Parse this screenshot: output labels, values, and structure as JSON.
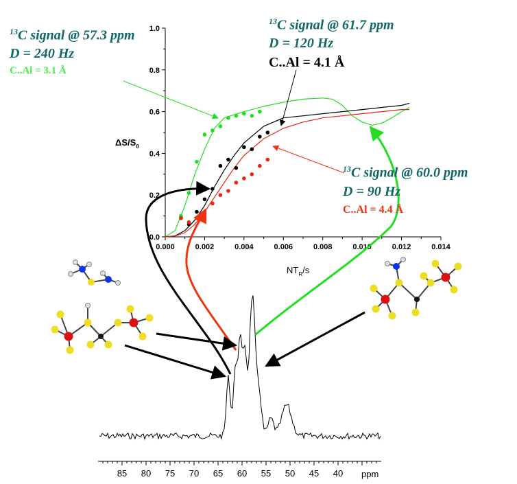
{
  "chart_data": {
    "type": "scatter",
    "x": {
      "label": "NT",
      "label_sub": "R",
      "label_suffix": "/s",
      "range": [
        0.0,
        0.014
      ],
      "ticks": [
        "0.000",
        "0.002",
        "0.004",
        "0.006",
        "0.008",
        "0.010",
        "0.012",
        "0.014"
      ]
    },
    "y": {
      "label": "ΔS/S",
      "label_sub": "0",
      "range": [
        0.0,
        1.0
      ],
      "ticks": [
        "0.0",
        "0.2",
        "0.4",
        "0.6",
        "0.8",
        "1.0"
      ]
    },
    "series": [
      {
        "color": "#22dd22",
        "points": [
          [
            0.0008,
            0.1
          ],
          [
            0.0012,
            0.21
          ],
          [
            0.0016,
            0.36
          ],
          [
            0.002,
            0.49
          ],
          [
            0.0024,
            0.51
          ],
          [
            0.0028,
            0.53
          ],
          [
            0.0032,
            0.57
          ],
          [
            0.0036,
            0.58
          ],
          [
            0.004,
            0.59
          ],
          [
            0.0044,
            0.58
          ],
          [
            0.0048,
            0.6
          ]
        ],
        "curve": [
          [
            0.0,
            0.0
          ],
          [
            0.0005,
            0.03
          ],
          [
            0.001,
            0.15
          ],
          [
            0.0015,
            0.3
          ],
          [
            0.002,
            0.42
          ],
          [
            0.0025,
            0.52
          ],
          [
            0.003,
            0.57
          ],
          [
            0.004,
            0.6
          ],
          [
            0.005,
            0.625
          ],
          [
            0.006,
            0.645
          ],
          [
            0.007,
            0.66
          ],
          [
            0.008,
            0.665
          ],
          [
            0.0085,
            0.66
          ],
          [
            0.009,
            0.63
          ],
          [
            0.0095,
            0.58
          ],
          [
            0.01,
            0.55
          ],
          [
            0.0105,
            0.535
          ],
          [
            0.011,
            0.545
          ],
          [
            0.0115,
            0.57
          ],
          [
            0.012,
            0.6
          ],
          [
            0.0124,
            0.62
          ]
        ]
      },
      {
        "color": "#000000",
        "points": [
          [
            0.0008,
            0.09
          ],
          [
            0.0012,
            0.06
          ],
          [
            0.0016,
            0.12
          ],
          [
            0.002,
            0.18
          ],
          [
            0.0024,
            0.23
          ],
          [
            0.0028,
            0.34
          ],
          [
            0.0032,
            0.37
          ],
          [
            0.0036,
            0.33
          ],
          [
            0.004,
            0.43
          ],
          [
            0.0044,
            0.42
          ],
          [
            0.0048,
            0.48
          ],
          [
            0.0052,
            0.5
          ]
        ],
        "curve": [
          [
            0.0,
            0.0
          ],
          [
            0.0005,
            0.005
          ],
          [
            0.001,
            0.03
          ],
          [
            0.0015,
            0.08
          ],
          [
            0.002,
            0.15
          ],
          [
            0.0025,
            0.24
          ],
          [
            0.003,
            0.32
          ],
          [
            0.0035,
            0.39
          ],
          [
            0.004,
            0.45
          ],
          [
            0.005,
            0.53
          ],
          [
            0.006,
            0.57
          ],
          [
            0.007,
            0.58
          ],
          [
            0.008,
            0.59
          ],
          [
            0.009,
            0.6
          ],
          [
            0.01,
            0.61
          ],
          [
            0.011,
            0.62
          ],
          [
            0.012,
            0.63
          ],
          [
            0.0124,
            0.64
          ]
        ]
      },
      {
        "color": "#ee2211",
        "points": [
          [
            0.0008,
            0.09
          ],
          [
            0.0012,
            0.07
          ],
          [
            0.0016,
            0.09
          ],
          [
            0.002,
            0.11
          ],
          [
            0.0024,
            0.16
          ],
          [
            0.0028,
            0.2
          ],
          [
            0.0032,
            0.22
          ],
          [
            0.0036,
            0.26
          ],
          [
            0.004,
            0.28
          ],
          [
            0.0044,
            0.3
          ],
          [
            0.0048,
            0.34
          ],
          [
            0.0052,
            0.37
          ]
        ],
        "curve": [
          [
            0.0,
            0.0
          ],
          [
            0.0005,
            0.004
          ],
          [
            0.001,
            0.02
          ],
          [
            0.0015,
            0.06
          ],
          [
            0.002,
            0.12
          ],
          [
            0.0025,
            0.19
          ],
          [
            0.003,
            0.26
          ],
          [
            0.0035,
            0.33
          ],
          [
            0.004,
            0.39
          ],
          [
            0.0045,
            0.43
          ],
          [
            0.005,
            0.47
          ],
          [
            0.006,
            0.52
          ],
          [
            0.007,
            0.55
          ],
          [
            0.008,
            0.57
          ],
          [
            0.009,
            0.58
          ],
          [
            0.01,
            0.59
          ],
          [
            0.011,
            0.6
          ],
          [
            0.012,
            0.61
          ],
          [
            0.0124,
            0.61
          ]
        ]
      }
    ],
    "annotations": [
      {
        "sup": "13",
        "line1": "C signal @ 57.3 ppm",
        "line2": "D = 240 Hz",
        "line3": "C..Al = 3.1 Å",
        "color_main": "#116666",
        "color_sub": "#44ee44"
      },
      {
        "sup": "13",
        "line1": "C signal @ 61.7 ppm",
        "line2": "D = 120 Hz",
        "line3": "C..Al = 4.1 Å",
        "color_main": "#116666",
        "color_sub": "#000000"
      },
      {
        "sup": "13",
        "line1": "C signal @ 60.0 ppm",
        "line2": "D = 90 Hz",
        "line3": "C..Al = 4.4 Å",
        "color_main": "#116666",
        "color_sub": "#ee3311"
      }
    ]
  },
  "spectrum": {
    "axis_ticks": [
      "85",
      "80",
      "75",
      "70",
      "65",
      "60",
      "55",
      "50",
      "45",
      "40"
    ],
    "axis_unit": "ppm",
    "range_ppm": [
      90,
      31
    ]
  }
}
